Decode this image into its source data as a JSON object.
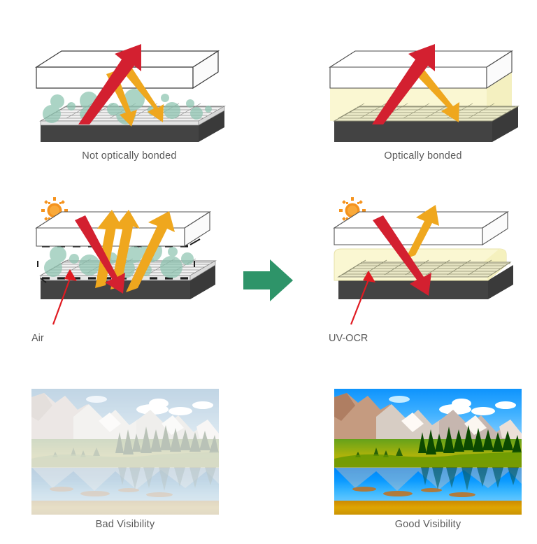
{
  "diagram": {
    "title_visible": false,
    "background_color": "#ffffff",
    "colors": {
      "red_arrow": "#D32030",
      "gold_arrow": "#EFA71E",
      "green_arrow": "#2E9469",
      "sun": "#F5931E",
      "air_bubble": "#8CC4B0",
      "base_dark": "#434343",
      "glass_outline": "#4a4a4a",
      "ocr_fill": "#F9F6CE",
      "grid_line": "#8a8a72",
      "caption_text": "#5a5a5a",
      "pointer_red": "#E01B22"
    },
    "panels": [
      {
        "id": "not-optically-bonded",
        "caption": "Not optically bonded",
        "row": 1,
        "side": "left",
        "has_air_gap": true,
        "has_ocr": false,
        "arrows": [
          {
            "kind": "incident-reflected",
            "color": "#D32030",
            "label": "red"
          },
          {
            "kind": "scattered",
            "color": "#EFA71E",
            "count": 2
          }
        ]
      },
      {
        "id": "optically-bonded",
        "caption": "Optically bonded",
        "row": 1,
        "side": "right",
        "has_air_gap": false,
        "has_ocr": true,
        "arrows": [
          {
            "kind": "incident-reflected",
            "color": "#D32030",
            "label": "red"
          },
          {
            "kind": "scattered",
            "color": "#EFA71E",
            "count": 1
          }
        ]
      },
      {
        "id": "air-gap-sunlight",
        "caption": "",
        "pointer_label": "Air",
        "row": 2,
        "side": "left",
        "has_air_gap": true,
        "has_ocr": false,
        "has_sun": true,
        "reflection_arrow_count": 3
      },
      {
        "id": "uv-ocr-sunlight",
        "caption": "",
        "pointer_label": "UV-OCR",
        "row": 2,
        "side": "right",
        "has_air_gap": false,
        "has_ocr": true,
        "has_sun": true,
        "reflection_arrow_count": 1
      }
    ],
    "transition_arrow": {
      "name": "green-right-arrow",
      "color": "#2E9469",
      "direction": "right"
    },
    "photos": [
      {
        "id": "bad-visibility",
        "caption": "Bad Visibility",
        "style": "washed-out",
        "scene": "alpine mountain lake with meadow and conifer trees"
      },
      {
        "id": "good-visibility",
        "caption": "Good Visibility",
        "style": "vivid",
        "scene": "alpine mountain lake with meadow and conifer trees"
      }
    ],
    "labels": {
      "air": "Air",
      "uv_ocr": "UV-OCR",
      "not_bonded": "Not optically bonded",
      "bonded": "Optically bonded",
      "bad_visibility": "Bad Visibility",
      "good_visibility": "Good Visibility"
    }
  }
}
